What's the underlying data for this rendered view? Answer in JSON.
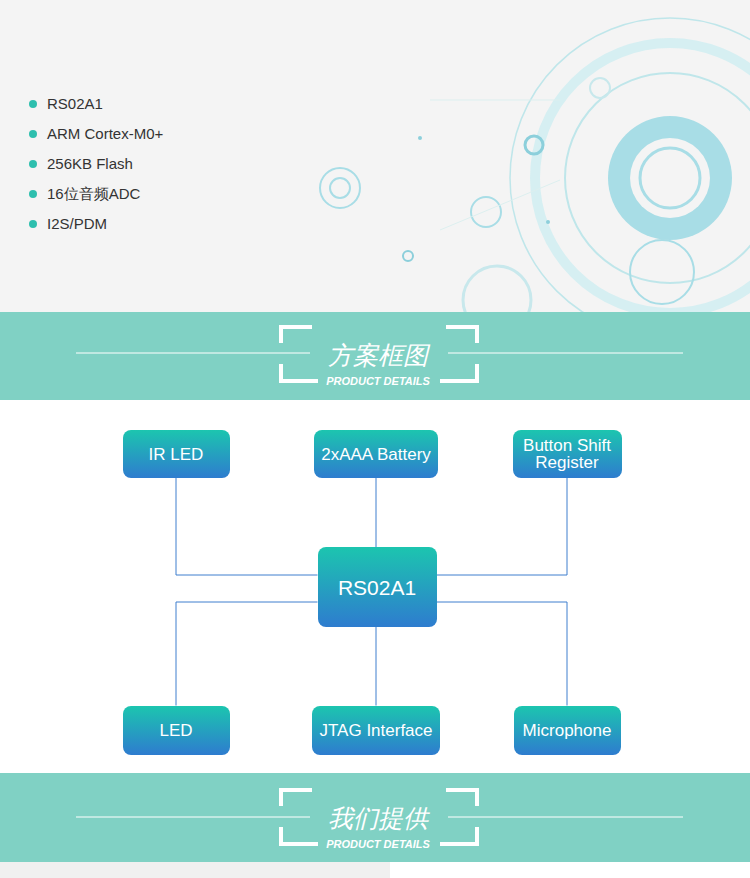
{
  "diagram": {
    "nodes": [
      {
        "text": [
          "IR LED"
        ]
      },
      {
        "text": [
          "2xAAA Battery"
        ]
      },
      {
        "text": [
          "Button Shift Register"
        ]
      },
      {
        "text": [
          "RS02A1"
        ]
      },
      {
        "text": [
          "LED"
        ]
      },
      {
        "text": [
          "JTAG Interface"
        ]
      },
      {
        "text": [
          "Microphone"
        ]
      }
    ],
    "edges": [
      {
        "from": 0,
        "to": 3,
        "arrow": "none"
      },
      {
        "from": 1,
        "to": 3,
        "arrow": "none"
      },
      {
        "from": 2,
        "to": 3,
        "arrow": "none"
      },
      {
        "from": 3,
        "to": 4,
        "arrow": "none"
      },
      {
        "from": 3,
        "to": 5,
        "arrow": "none"
      },
      {
        "from": 3,
        "to": 6,
        "arrow": "none"
      }
    ],
    "labels": [
      "RS02A1",
      "ARM Cortex-M0+",
      "256KB Flash",
      "16位音频ADC",
      "I2S/PDM",
      "方案框图",
      "PRODUCT DETAILS",
      "我们提供",
      "PRODUCT DETAILS"
    ]
  }
}
